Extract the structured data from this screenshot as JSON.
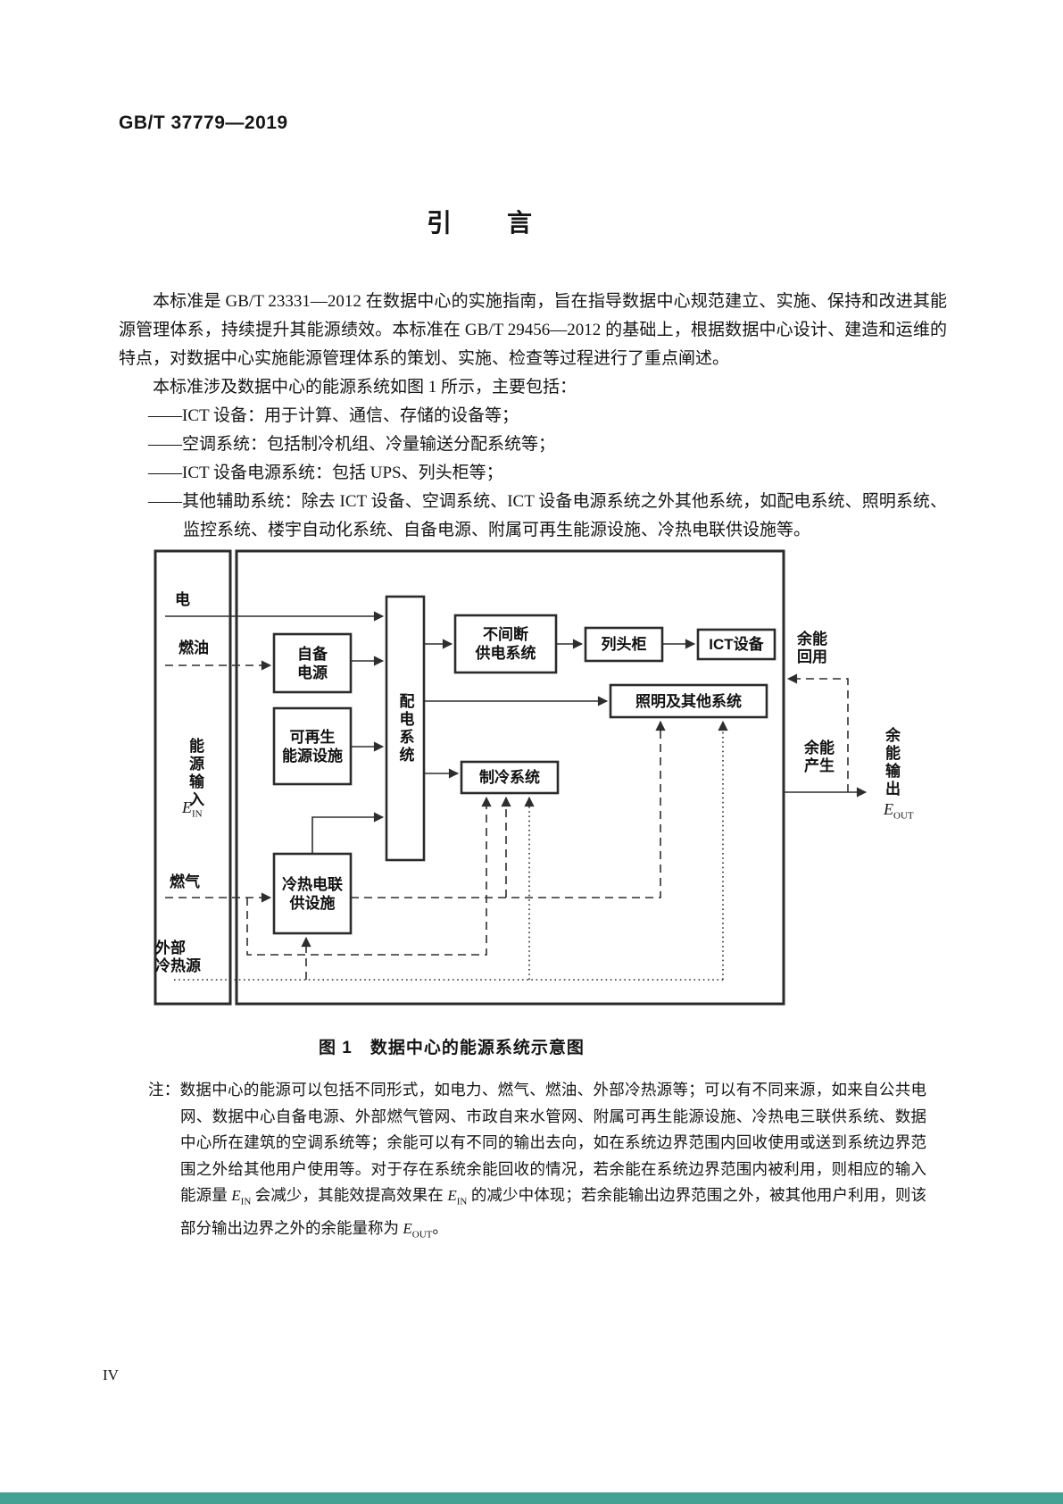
{
  "page": {
    "doc_number": "GB/T 37779—2019",
    "title": "引　　言",
    "page_number": "IV",
    "footer_bar_color": "#44a294"
  },
  "intro": {
    "para1": "本标准是 GB/T 23331—2012 在数据中心的实施指南，旨在指导数据中心规范建立、实施、保持和改进其能源管理体系，持续提升其能源绩效。本标准在 GB/T 29456—2012 的基础上，根据数据中心设计、建造和运维的特点，对数据中心实施能源管理体系的策划、实施、检查等过程进行了重点阐述。",
    "para2": "本标准涉及数据中心的能源系统如图 1 所示，主要包括：",
    "list": [
      "——ICT 设备：用于计算、通信、存储的设备等；",
      "——空调系统：包括制冷机组、冷量输送分配系统等；",
      "——ICT 设备电源系统：包括 UPS、列头柜等；",
      "——其他辅助系统：除去 ICT 设备、空调系统、ICT 设备电源系统之外其他系统，如配电系统、照明系统、监控系统、楼宇自动化系统、自备电源、附属可再生能源设施、冷热电联供设施等。"
    ]
  },
  "figure": {
    "caption": "图 1　数据中心的能源系统示意图",
    "inputs": {
      "electricity": "电",
      "fuel_oil": "燃油",
      "gas": "燃气",
      "external_l1": "外部",
      "external_l2": "冷热源",
      "energy_input_vertical": "能源输入",
      "e_in_base": "E",
      "e_in_sub": "IN"
    },
    "boxes": {
      "self_power_l1": "自备",
      "self_power_l2": "电源",
      "renewable_l1": "可再生",
      "renewable_l2": "能源设施",
      "distribution": "配电系统",
      "ups_l1": "不间断",
      "ups_l2": "供电系统",
      "row_cabinet": "列头柜",
      "ict": "ICT设备",
      "lighting": "照明及其他系统",
      "cooling": "制冷系统",
      "cchp_l1": "冷热电联",
      "cchp_l2": "供设施"
    },
    "outputs": {
      "reuse_l1": "余能",
      "reuse_l2": "回用",
      "produce_l1": "余能",
      "produce_l2": "产生",
      "output_vertical": "余能输出",
      "e_out_base": "E",
      "e_out_sub": "OUT"
    }
  },
  "note": {
    "label": "注：",
    "seg1": "数据中心的能源可以包括不同形式，如电力、燃气、燃油、外部冷热源等；可以有不同来源，如来自公共电网、数据中心自备电源、外部燃气管网、市政自来水管网、附属可再生能源设施、冷热电三联供系统、数据中心所在建筑的空调系统等；余能可以有不同的输出去向，如在系统边界范围内回收使用或送到系统边界范围之外给其他用户使用等。对于存在系统余能回收的情况，若余能在系统边界范围内被利用，则相应的输入能源量 ",
    "e1_base": "E",
    "e1_sub": "IN",
    "seg2": " 会减少，其能效提高效果在 ",
    "e2_base": "E",
    "e2_sub": "IN",
    "seg3": " 的减少中体现；若余能输出边界范围之外，被其他用户利用，则该部分输出边界之外的余能量称为 ",
    "e3_base": "E",
    "e3_sub": "OUT",
    "seg4": "。"
  }
}
